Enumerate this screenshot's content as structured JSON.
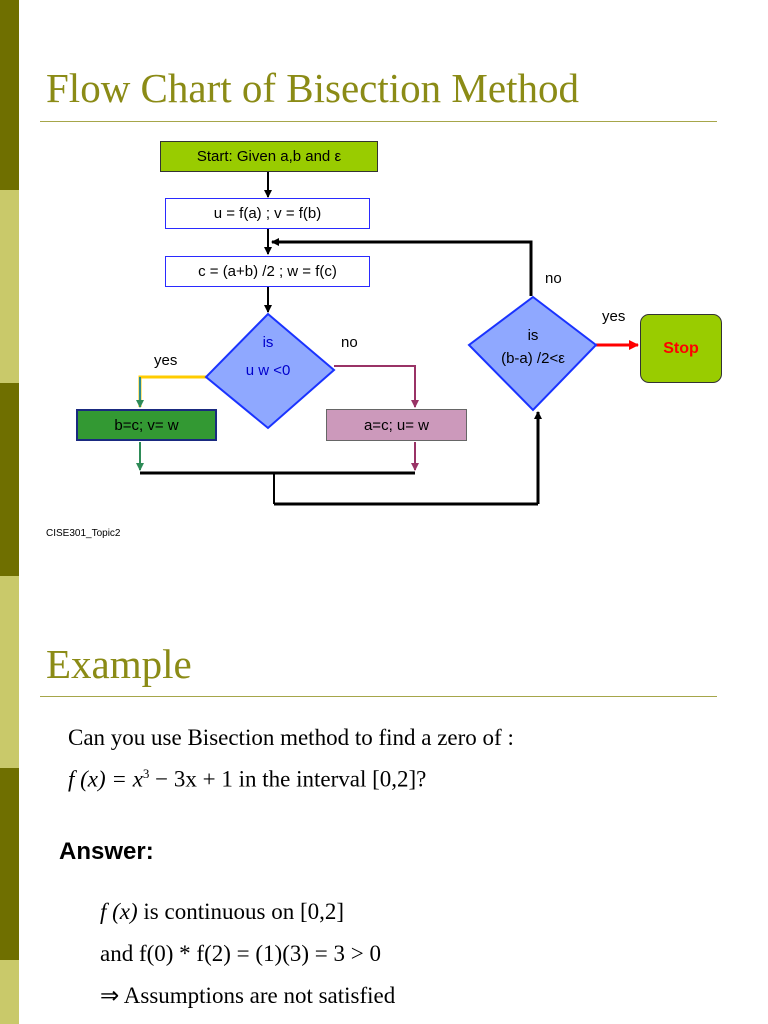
{
  "slide1": {
    "title": "Flow Chart of Bisection Method",
    "footer": "CISE301_Topic2",
    "flowchart": {
      "start": "Start: Given  a,b  and ε",
      "init": "u = f(a) ; v = f(b)",
      "midpoint": "c = (a+b) /2 ; w = f(c)",
      "decision1_line1": "is",
      "decision1_line2": "u w <0",
      "yes_left": "yes",
      "no_right": "no",
      "left_box": "b=c; v= w",
      "right_box": "a=c; u= w",
      "decision2_line1": "is",
      "decision2_line2": "(b-a) /2<ε",
      "no_top": "no",
      "yes_stop": "yes",
      "stop": "Stop",
      "colors": {
        "start_fill": "#99cc00",
        "init_border": "#2a2aff",
        "diamond_fill": "#8fa8ff",
        "diamond_border": "#1a33ff",
        "left_fill": "#339933",
        "right_fill": "#cc99bb",
        "stop_fill": "#99cc00",
        "stop_text": "#ff0000"
      }
    }
  },
  "slide2": {
    "title": "Example",
    "question_line1": "Can you use  Bisection  method  to  find  a  zero  of :",
    "question_fx": "f (x) = x",
    "question_exp": "3",
    "question_rest": " − 3x + 1   in  the  interval  [0,2]?",
    "answer_label": "Answer:",
    "line1_fx": "f (x)",
    "line1_rest": " is  continuous  on  [0,2]",
    "line2": "and f(0) * f(2) = (1)(3) = 3 > 0",
    "line3_arrow": "⇒",
    "line3_rest": " Assumptions  are  not  satisfied"
  }
}
